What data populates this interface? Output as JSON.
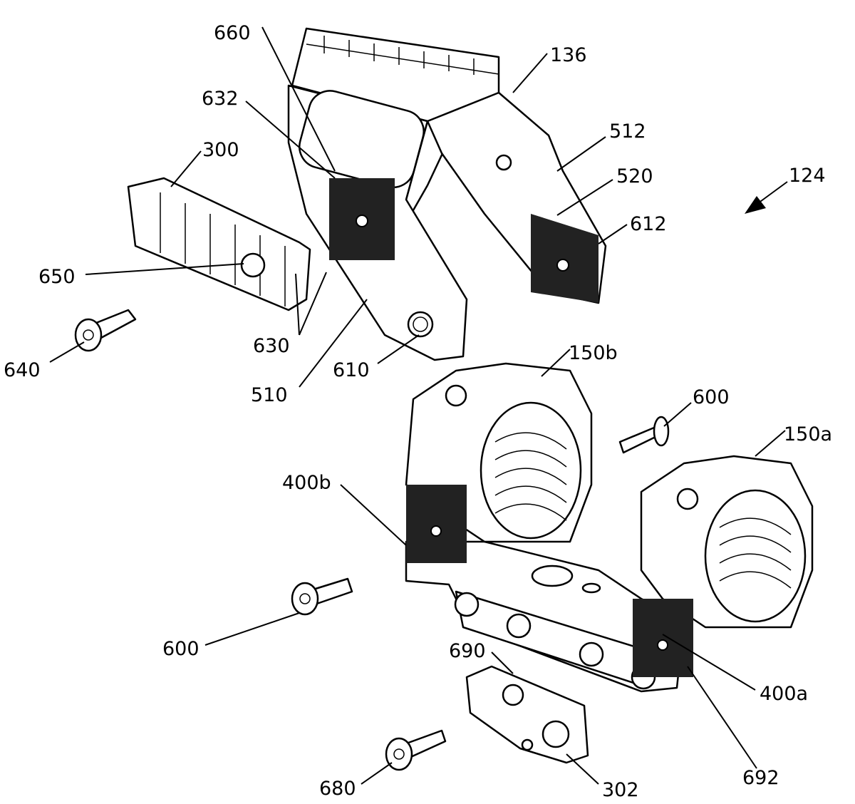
{
  "figure": {
    "labels": {
      "l660": "660",
      "l136": "136",
      "l632": "632",
      "l300": "300",
      "l512": "512",
      "l520": "520",
      "l124": "124",
      "l612": "612",
      "l650": "650",
      "l630": "630",
      "l640": "640",
      "l610": "610",
      "l510": "510",
      "l150b": "150b",
      "l600a": "600",
      "l150a": "150a",
      "l400b": "400b",
      "l600b": "600",
      "l690": "690",
      "l400a": "400a",
      "l680": "680",
      "l302": "302",
      "l692": "692"
    }
  }
}
